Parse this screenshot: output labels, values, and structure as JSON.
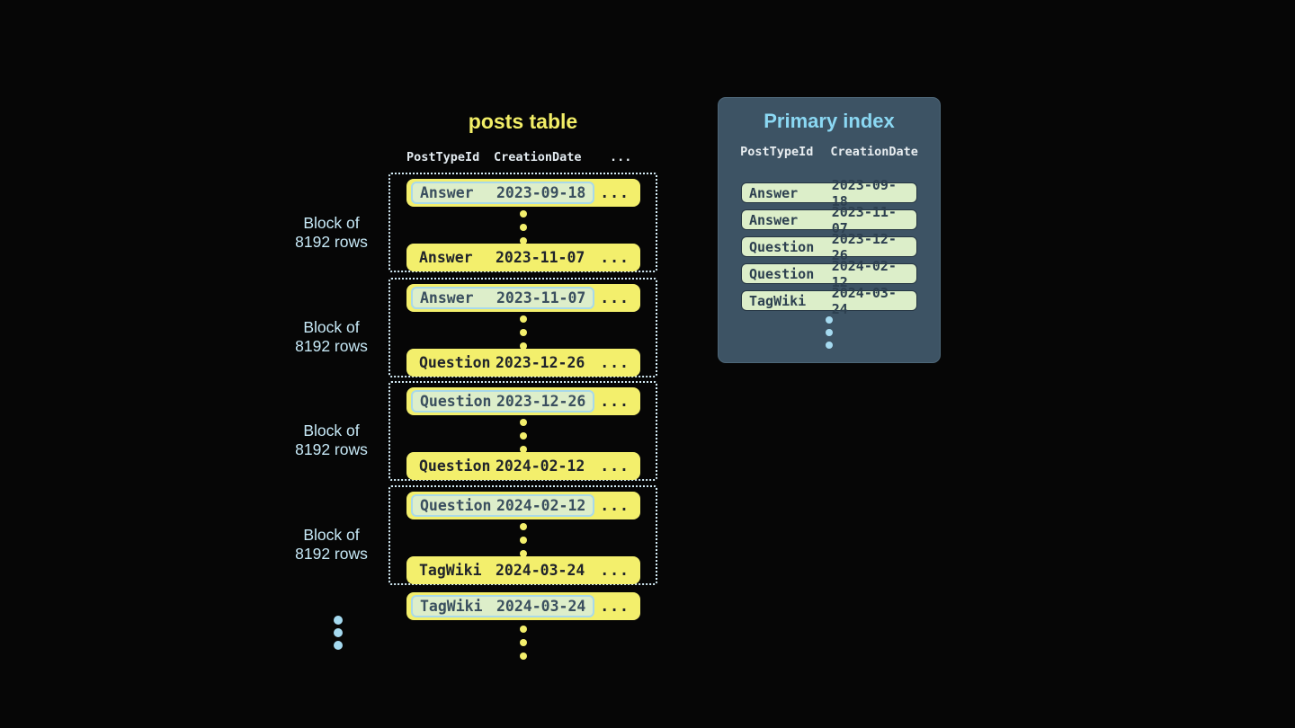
{
  "colors": {
    "background": "#060606",
    "row_yellow": "#f3ef6c",
    "highlight_green": "#ddeeca",
    "highlight_border": "#a8d9ea",
    "dotted_block_border": "#d4ecf6",
    "label_blue": "#c7e9f7",
    "panel_background": "#3d5364",
    "panel_title_blue": "#8bd8f3",
    "index_pill_green": "#dceec9",
    "index_pill_border": "#243442",
    "title_yellow": "#f2ee67"
  },
  "posts_table": {
    "title": "posts table",
    "columns": [
      "PostTypeId",
      "CreationDate",
      "..."
    ],
    "block_label": [
      "Block of",
      "8192 rows"
    ],
    "row_ellipsis": "...",
    "blocks": [
      {
        "first_row": {
          "post_type": "Answer",
          "creation_date": "2023-09-18",
          "highlighted": true
        },
        "last_row": {
          "post_type": "Answer",
          "creation_date": "2023-11-07",
          "highlighted": false
        }
      },
      {
        "first_row": {
          "post_type": "Answer",
          "creation_date": "2023-11-07",
          "highlighted": true
        },
        "last_row": {
          "post_type": "Question",
          "creation_date": "2023-12-26",
          "highlighted": false
        }
      },
      {
        "first_row": {
          "post_type": "Question",
          "creation_date": "2023-12-26",
          "highlighted": true
        },
        "last_row": {
          "post_type": "Question",
          "creation_date": "2024-02-12",
          "highlighted": false
        }
      },
      {
        "first_row": {
          "post_type": "Question",
          "creation_date": "2024-02-12",
          "highlighted": true
        },
        "last_row": {
          "post_type": "TagWiki",
          "creation_date": "2024-03-24",
          "highlighted": false
        }
      }
    ],
    "next_block_first_row": {
      "post_type": "TagWiki",
      "creation_date": "2024-03-24",
      "highlighted": true
    }
  },
  "primary_index": {
    "title": "Primary index",
    "columns": [
      "PostTypeId",
      "CreationDate"
    ],
    "rows": [
      {
        "post_type": "Answer",
        "creation_date": "2023-09-18"
      },
      {
        "post_type": "Answer",
        "creation_date": "2023-11-07"
      },
      {
        "post_type": "Question",
        "creation_date": "2023-12-26"
      },
      {
        "post_type": "Question",
        "creation_date": "2024-02-12"
      },
      {
        "post_type": "TagWiki",
        "creation_date": "2024-03-24"
      }
    ]
  }
}
